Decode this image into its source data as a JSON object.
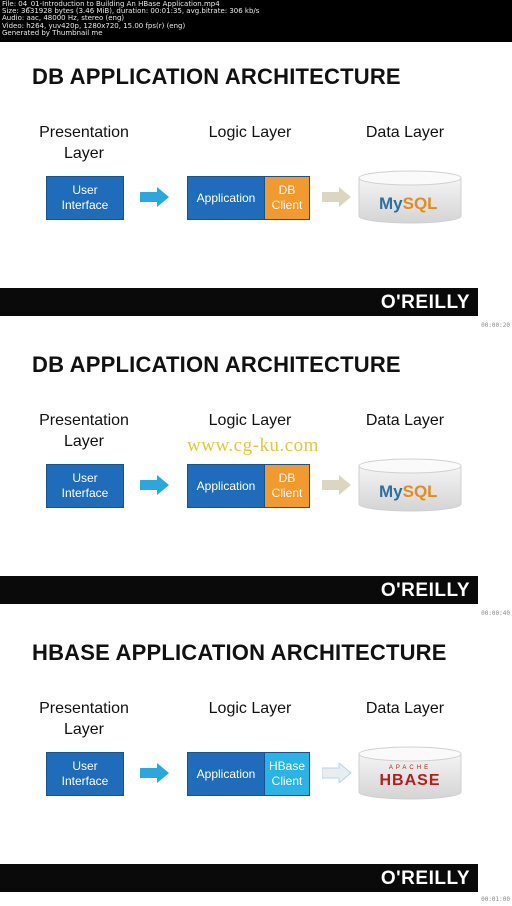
{
  "file_info": {
    "lines": [
      "File: 04_01-Introduction to Building An HBase Application.mp4",
      "Size: 3631928 bytes (3.46 MiB), duration: 00:01:35, avg.bitrate: 306 kb/s",
      "Audio: aac, 48000 Hz, stereo (eng)",
      "Video: h264, yuv420p, 1280x720, 15.00 fps(r) (eng)",
      "Generated by Thumbnail me"
    ]
  },
  "watermark": "www.cg-ku.com",
  "slides": [
    {
      "title": "DB APPLICATION ARCHITECTURE",
      "layers": {
        "presentation": [
          "Presentation",
          "Layer"
        ],
        "logic": "Logic Layer",
        "data": "Data Layer"
      },
      "ui_box": [
        "User",
        "Interface"
      ],
      "app_box": "Application",
      "client_box": [
        "DB",
        "Client"
      ],
      "database": {
        "logo": "MySQL"
      },
      "footer_logo": "O'REILLY",
      "timestamp": "00:00:20"
    },
    {
      "title": "DB APPLICATION ARCHITECTURE",
      "layers": {
        "presentation": [
          "Presentation",
          "Layer"
        ],
        "logic": "Logic Layer",
        "data": "Data Layer"
      },
      "ui_box": [
        "User",
        "Interface"
      ],
      "app_box": "Application",
      "client_box": [
        "DB",
        "Client"
      ],
      "database": {
        "logo": "MySQL"
      },
      "footer_logo": "O'REILLY",
      "timestamp": "00:00:40"
    },
    {
      "title": "HBASE APPLICATION ARCHITECTURE",
      "layers": {
        "presentation": [
          "Presentation",
          "Layer"
        ],
        "logic": "Logic Layer",
        "data": "Data Layer"
      },
      "ui_box": [
        "User",
        "Interface"
      ],
      "app_box": "Application",
      "client_box": [
        "HBase",
        "Client"
      ],
      "database": {
        "logo_top": "APACHE",
        "logo": "HBASE"
      },
      "footer_logo": "O'REILLY",
      "timestamp": "00:01:00"
    }
  ],
  "colors": {
    "box_blue": "#1e6cba",
    "db_client_orange": "#f29a2e",
    "hbase_client_cyan": "#2ab3e6",
    "arrow_cyan": "#29a8e0",
    "arrow_beige": "#ddd6bf",
    "mysql_blue": "#2f6f9f",
    "mysql_orange": "#e38b1d",
    "hbase_red": "#b41e1e",
    "watermark_yellow": "#e0c630"
  }
}
